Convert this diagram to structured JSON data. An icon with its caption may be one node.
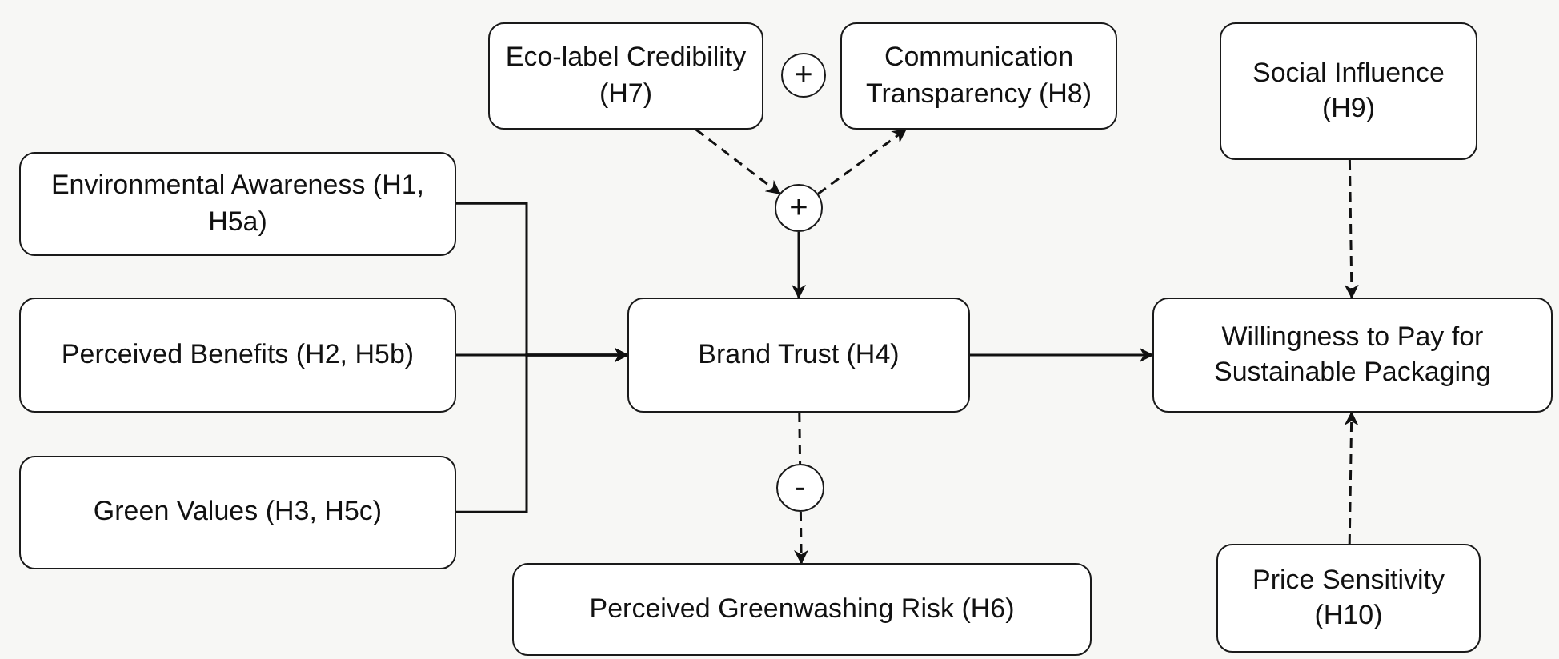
{
  "diagram": {
    "nodes": [
      {
        "text": [
          "Eco-label Credibility (H7)"
        ]
      },
      {
        "text": [
          "+"
        ]
      },
      {
        "text": [
          "Communication Transparency (H8)"
        ]
      },
      {
        "text": [
          "Social Influence (H9)"
        ]
      },
      {
        "text": [
          "Environmental Awareness (H1, H5a)"
        ]
      },
      {
        "text": [
          "Perceived Benefits (H2, H5b)"
        ]
      },
      {
        "text": [
          "Brand Trust (H4)"
        ]
      },
      {
        "text": [
          "+"
        ]
      },
      {
        "text": [
          "Willingness to Pay for Sustainable Packaging"
        ]
      },
      {
        "text": [
          "Green Values (H3, H5c)"
        ]
      },
      {
        "text": [
          "-"
        ]
      },
      {
        "text": [
          "Perceived Greenwashing Risk (H6)"
        ]
      },
      {
        "text": [
          "Price Sensitivity (H10)"
        ]
      }
    ],
    "edges": [
      {
        "from": 0,
        "to": 7,
        "arrow": "to",
        "style": "dashed"
      },
      {
        "from": 7,
        "to": 2,
        "arrow": "to",
        "style": "dashed"
      },
      {
        "from": 7,
        "to": 6,
        "arrow": "to"
      },
      {
        "from": 4,
        "to": 6,
        "arrow": "to"
      },
      {
        "from": 5,
        "to": 6,
        "arrow": "to"
      },
      {
        "from": 9,
        "to": 6,
        "arrow": "to"
      },
      {
        "from": 6,
        "to": 8,
        "arrow": "to"
      },
      {
        "from": 3,
        "to": 8,
        "arrow": "to",
        "style": "dashed"
      },
      {
        "from": 12,
        "to": 8,
        "arrow": "to",
        "style": "dashed"
      },
      {
        "from": 6,
        "to": 10,
        "arrow": "none",
        "style": "dashed"
      },
      {
        "from": 10,
        "to": 11,
        "arrow": "to",
        "style": "dashed"
      }
    ]
  }
}
